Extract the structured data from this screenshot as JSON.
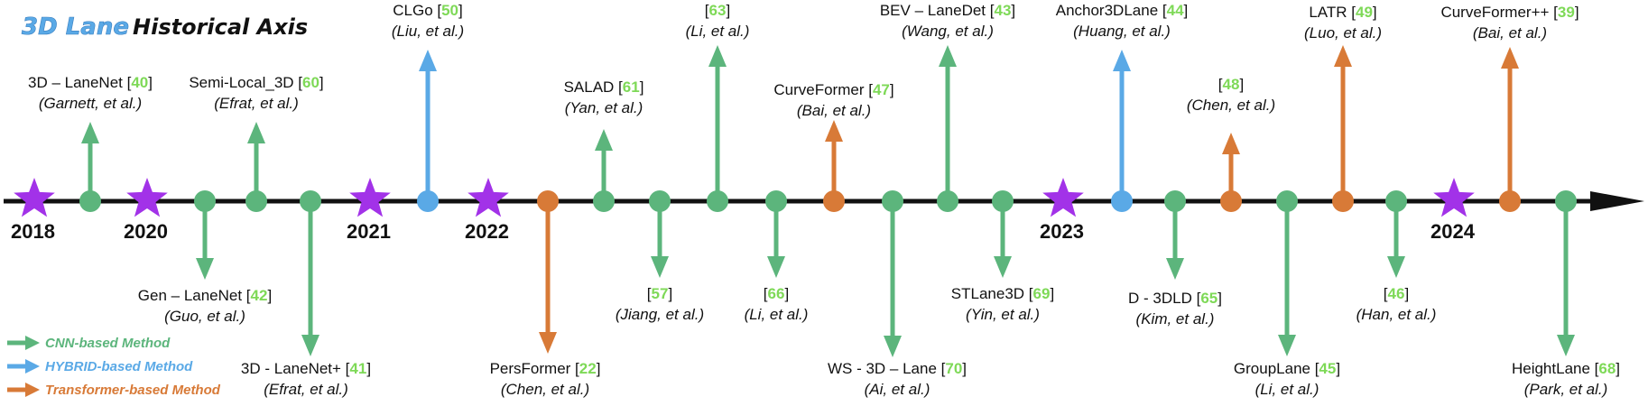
{
  "title": {
    "part1": "3D Lane",
    "part2": "Historical Axis"
  },
  "colors": {
    "cnn": "#5cb57c",
    "hybrid": "#5aa9e6",
    "transformer": "#d87a37",
    "star": "#a232e8",
    "ref": "#7ed957",
    "axis": "#111111"
  },
  "years": [
    "2018",
    "2020",
    "2021",
    "2022",
    "2023",
    "2024"
  ],
  "legend": [
    {
      "label": "CNN-based Method",
      "type": "cnn"
    },
    {
      "label": "HYBRID-based Method",
      "type": "hybrid"
    },
    {
      "label": "Transformer-based Method",
      "type": "transformer"
    }
  ],
  "papers": [
    {
      "name": "3D – LaneNet [",
      "ref": "40",
      "author": "(Garnett, et al.)",
      "type": "cnn",
      "dir": "up"
    },
    {
      "name": "Gen – LaneNet [",
      "ref": "42",
      "author": "(Guo, et al.)",
      "type": "cnn",
      "dir": "down"
    },
    {
      "name": "Semi-Local_3D [",
      "ref": "60",
      "author": "(Efrat, et al.)",
      "type": "cnn",
      "dir": "up"
    },
    {
      "name": "3D - LaneNet+ [",
      "ref": "41",
      "author": "(Efrat, et al.)",
      "type": "cnn",
      "dir": "down"
    },
    {
      "name": "CLGo [",
      "ref": "50",
      "author": "(Liu, et al.)",
      "type": "hybrid",
      "dir": "up"
    },
    {
      "name": "PersFormer [",
      "ref": "22",
      "author": "(Chen, et al.)",
      "type": "transformer",
      "dir": "down"
    },
    {
      "name": "SALAD [",
      "ref": "61",
      "author": "(Yan, et al.)",
      "type": "cnn",
      "dir": "up"
    },
    {
      "name": "[",
      "ref": "57",
      "author": "(Jiang, et al.)",
      "type": "cnn",
      "dir": "down"
    },
    {
      "name": "[",
      "ref": "63",
      "author": "(Li, et al.)",
      "type": "cnn",
      "dir": "up"
    },
    {
      "name": "[",
      "ref": "66",
      "author": "(Li, et al.)",
      "type": "cnn",
      "dir": "down"
    },
    {
      "name": "CurveFormer [",
      "ref": "47",
      "author": "(Bai, et al.)",
      "type": "transformer",
      "dir": "up"
    },
    {
      "name": "WS - 3D – Lane [",
      "ref": "70",
      "author": "(Ai, et al.)",
      "type": "cnn",
      "dir": "down"
    },
    {
      "name": "BEV – LaneDet [",
      "ref": "43",
      "author": "(Wang, et al.)",
      "type": "cnn",
      "dir": "up"
    },
    {
      "name": "STLane3D [",
      "ref": "69",
      "author": "(Yin, et al.)",
      "type": "cnn",
      "dir": "down"
    },
    {
      "name": "Anchor3DLane [",
      "ref": "44",
      "author": "(Huang, et al.)",
      "type": "hybrid",
      "dir": "up"
    },
    {
      "name": "D - 3DLD [",
      "ref": "65",
      "author": "(Kim, et al.)",
      "type": "cnn",
      "dir": "down"
    },
    {
      "name": "[",
      "ref": "48",
      "author": "(Chen, et al.)",
      "type": "transformer",
      "dir": "up"
    },
    {
      "name": "GroupLane [",
      "ref": "45",
      "author": "(Li, et al.)",
      "type": "cnn",
      "dir": "down"
    },
    {
      "name": "LATR [",
      "ref": "49",
      "author": "(Luo, et al.)",
      "type": "transformer",
      "dir": "up"
    },
    {
      "name": "[",
      "ref": "46",
      "author": "(Han, et al.)",
      "type": "cnn",
      "dir": "down"
    },
    {
      "name": "CurveFormer++ [",
      "ref": "39",
      "author": "(Bai, et al.)",
      "type": "transformer",
      "dir": "up"
    },
    {
      "name": "HeightLane [",
      "ref": "68",
      "author": "(Park, et al.)",
      "type": "cnn",
      "dir": "down"
    }
  ]
}
